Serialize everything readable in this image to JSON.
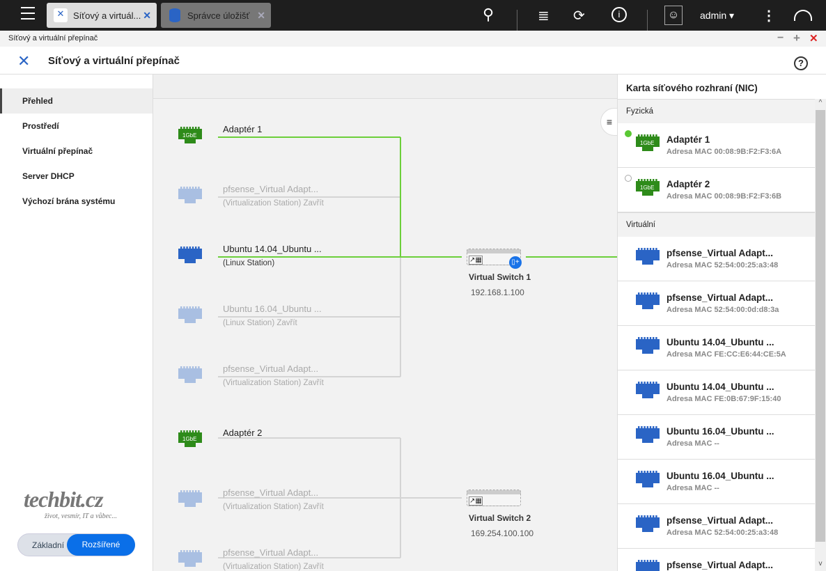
{
  "topbar": {
    "tabs": [
      {
        "label": "Síťový a virtuál..."
      },
      {
        "label": "Správce úložišť"
      }
    ],
    "user": "admin"
  },
  "window": {
    "title": "Síťový a virtuální přepínač"
  },
  "app": {
    "title": "Síťový a virtuální přepínač"
  },
  "sidebar": {
    "items": [
      {
        "label": "Přehled",
        "active": true
      },
      {
        "label": "Prostředí"
      },
      {
        "label": "Virtuální přepínač"
      },
      {
        "label": "Server DHCP"
      },
      {
        "label": "Výchozí brána systému"
      }
    ],
    "logo": {
      "brand": "techbit.cz",
      "tagline": "život, vesmír, IT a vůbec..."
    },
    "mode": {
      "basic": "Základní",
      "advanced": "Rozšířené",
      "selected": "advanced"
    }
  },
  "diagram": {
    "nodes": [
      {
        "name": "Adaptér 1",
        "sub": "",
        "type": "physical",
        "dim": false
      },
      {
        "name": "pfsense_Virtual Adapt...",
        "sub": "(Virtualization Station) Zavřít",
        "type": "virtual",
        "dim": true
      },
      {
        "name": "Ubuntu 14.04_Ubuntu ...",
        "sub": "(Linux Station)",
        "type": "virtual",
        "dim": false
      },
      {
        "name": "Ubuntu 16.04_Ubuntu ...",
        "sub": "(Linux Station) Zavřít",
        "type": "virtual",
        "dim": true
      },
      {
        "name": "pfsense_Virtual Adapt...",
        "sub": "(Virtualization Station) Zavřít",
        "type": "virtual",
        "dim": true
      },
      {
        "name": "Adaptér 2",
        "sub": "",
        "type": "physical",
        "dim": false
      },
      {
        "name": "pfsense_Virtual Adapt...",
        "sub": "(Virtualization Station) Zavřít",
        "type": "virtual",
        "dim": true
      },
      {
        "name": "pfsense_Virtual Adapt...",
        "sub": "(Virtualization Station) Zavřít",
        "type": "virtual",
        "dim": true
      }
    ],
    "switches": [
      {
        "name": "Virtual Switch 1",
        "ip": "192.168.1.100"
      },
      {
        "name": "Virtual Switch 2",
        "ip": "169.254.100.100"
      }
    ],
    "nic_badge": "1GbE"
  },
  "nic_panel": {
    "title": "Karta síťového rozhraní (NIC)",
    "physical_label": "Fyzická",
    "virtual_label": "Virtuální",
    "physical": [
      {
        "name": "Adaptér 1",
        "mac": "Adresa MAC 00:08:9B:F2:F3:6A",
        "connected": true
      },
      {
        "name": "Adaptér 2",
        "mac": "Adresa MAC 00:08:9B:F2:F3:6B",
        "connected": false
      }
    ],
    "virtual": [
      {
        "name": "pfsense_Virtual Adapt...",
        "mac": "Adresa MAC 52:54:00:25:a3:48"
      },
      {
        "name": "pfsense_Virtual Adapt...",
        "mac": "Adresa MAC 52:54:00:0d:d8:3a"
      },
      {
        "name": "Ubuntu 14.04_Ubuntu ...",
        "mac": "Adresa MAC FE:CC:E6:44:CE:5A"
      },
      {
        "name": "Ubuntu 14.04_Ubuntu ...",
        "mac": "Adresa MAC FE:0B:67:9F:15:40"
      },
      {
        "name": "Ubuntu 16.04_Ubuntu ...",
        "mac": "Adresa MAC --"
      },
      {
        "name": "Ubuntu 16.04_Ubuntu ...",
        "mac": "Adresa MAC --"
      },
      {
        "name": "pfsense_Virtual Adapt...",
        "mac": "Adresa MAC 52:54:00:25:a3:48"
      },
      {
        "name": "pfsense_Virtual Adapt...",
        "mac": ""
      }
    ]
  },
  "colors": {
    "green": "#2e8b1a",
    "virtual_blue": "#2a64c5",
    "virtual_dim": "#a9bfe2",
    "link": "#6ccf3a",
    "accent": "#0a6fe8"
  }
}
